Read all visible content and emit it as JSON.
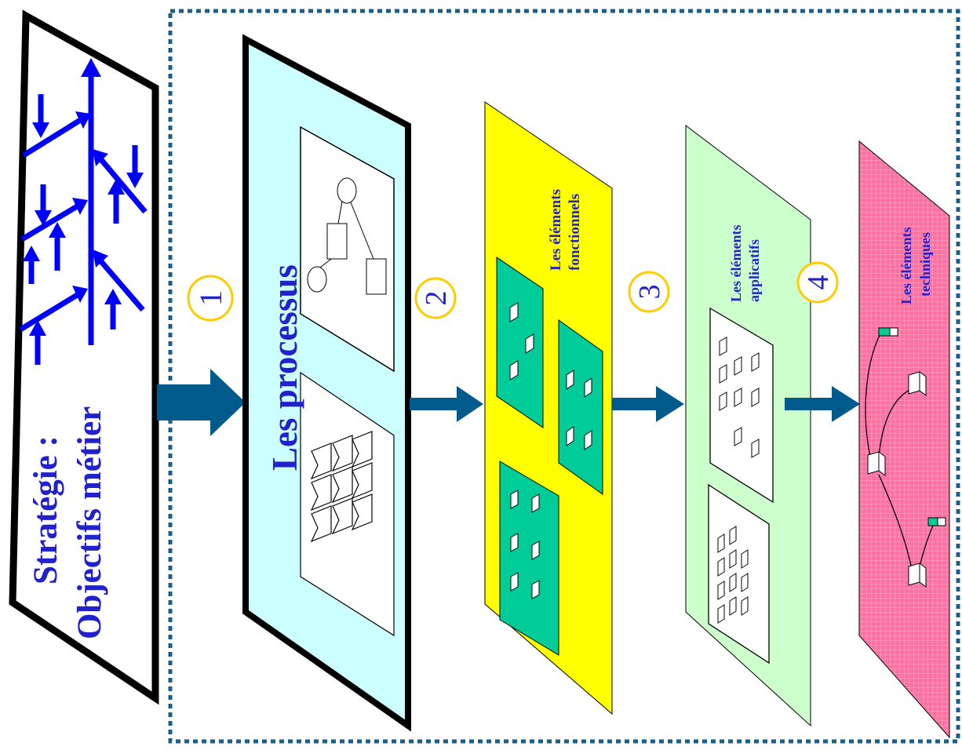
{
  "strategy": {
    "line1": "Stratégie :",
    "line2": "Objectifs métier"
  },
  "layers": [
    {
      "label": "Les processus",
      "step": "1"
    },
    {
      "label_line1": "Les éléments",
      "label_line2": "fonctionnels",
      "step": "2"
    },
    {
      "label_line1": "Les éléments",
      "label_line2": "applicatifs",
      "step": "3"
    },
    {
      "label_line1": "Les éléments",
      "label_line2": "techniques",
      "step": "4"
    }
  ],
  "colors": {
    "title_text": "#2222cc",
    "strategy_tree": "#0000ff",
    "process_plane": "#ccffff",
    "functional_plane": "#ffff00",
    "functional_blocks": "#00cc99",
    "application_plane": "#ccffcc",
    "technical_plane": "#ff6699",
    "technical_grid": "#ff99cc",
    "arrow": "#005a8c",
    "step_circle": "#ffcc00",
    "dotted_frame": "#1a5e8c"
  }
}
